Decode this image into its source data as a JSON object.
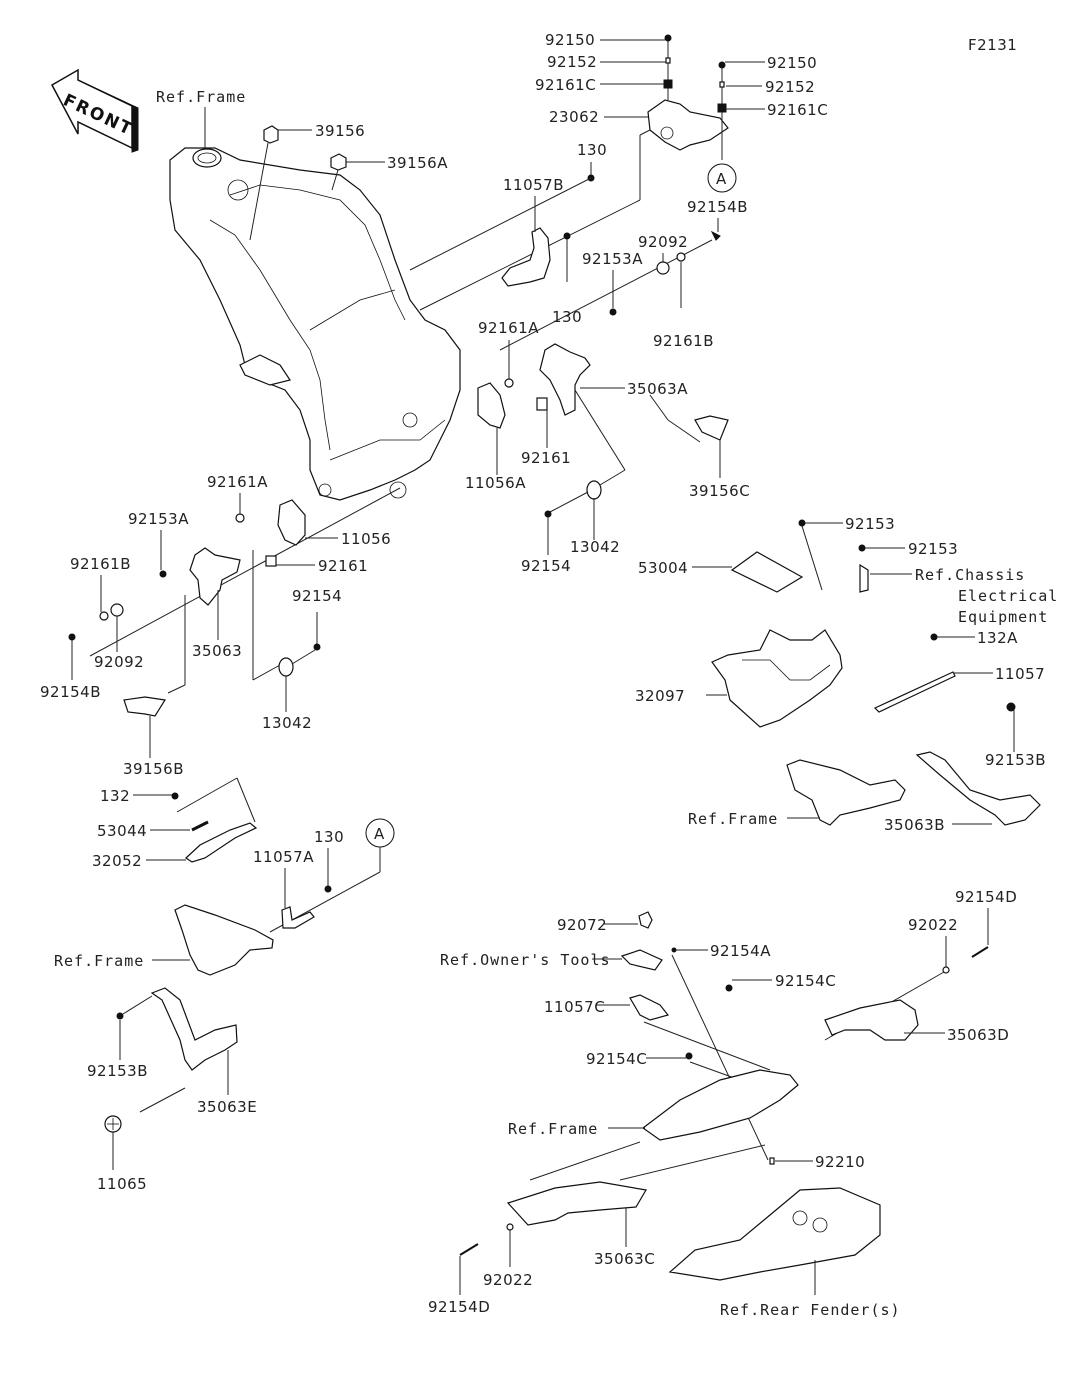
{
  "diagram": {
    "figure_code": "F2131",
    "front_arrow_label": "FRONT",
    "callout_marker": "A",
    "labels": {
      "ref_frame_top": "Ref.Frame",
      "p39156": "39156",
      "p39156A": "39156A",
      "p92150_l": "92150",
      "p92152_l": "92152",
      "p92161C_l": "92161C",
      "p23062": "23062",
      "p92150_r": "92150",
      "p92152_r": "92152",
      "p92161C_r": "92161C",
      "p130_top": "130",
      "p11057B": "11057B",
      "p92154B_top": "92154B",
      "p92092_top": "92092",
      "p92153A_top": "92153A",
      "p130_mid": "130",
      "p92161B_top": "92161B",
      "p92161A_top": "92161A",
      "p35063A": "35063A",
      "p11056A": "11056A",
      "p92161_top": "92161",
      "p39156C": "39156C",
      "p13042_top": "13042",
      "p92154_top": "92154",
      "p92161A_left": "92161A",
      "p92153A_left": "92153A",
      "p11056": "11056",
      "p92161B_left": "92161B",
      "p92161_left": "92161",
      "p92154_left": "92154",
      "p35063": "35063",
      "p92092_left": "92092",
      "p92154B_left": "92154B",
      "p13042_left": "13042",
      "p39156B": "39156B",
      "p92153_a": "92153",
      "p92153_b": "92153",
      "p53004": "53004",
      "ref_chassis_1": "Ref.Chassis",
      "ref_chassis_2": "Electrical",
      "ref_chassis_3": "Equipment",
      "p132A": "132A",
      "p11057": "11057",
      "p32097": "32097",
      "p92153B_right": "92153B",
      "ref_frame_right": "Ref.Frame",
      "p35063B": "35063B",
      "p132": "132",
      "p53044": "53044",
      "p32052": "32052",
      "p130_low": "130",
      "p11057A": "11057A",
      "ref_frame_left": "Ref.Frame",
      "p92153B_left": "92153B",
      "p35063E": "35063E",
      "p11065": "11065",
      "p92154D_top": "92154D",
      "p92022_top": "92022",
      "p92072": "92072",
      "p92154A": "92154A",
      "ref_owners_tools": "Ref.Owner's Tools",
      "p92154C_r": "92154C",
      "p11057C": "11057C",
      "p35063D": "35063D",
      "p92154C_l": "92154C",
      "ref_frame_bottom": "Ref.Frame",
      "p92210": "92210",
      "p35063C": "35063C",
      "p92022_bottom": "92022",
      "p92154D_bottom": "92154D",
      "ref_rear_fender": "Ref.Rear Fender(s)"
    }
  }
}
